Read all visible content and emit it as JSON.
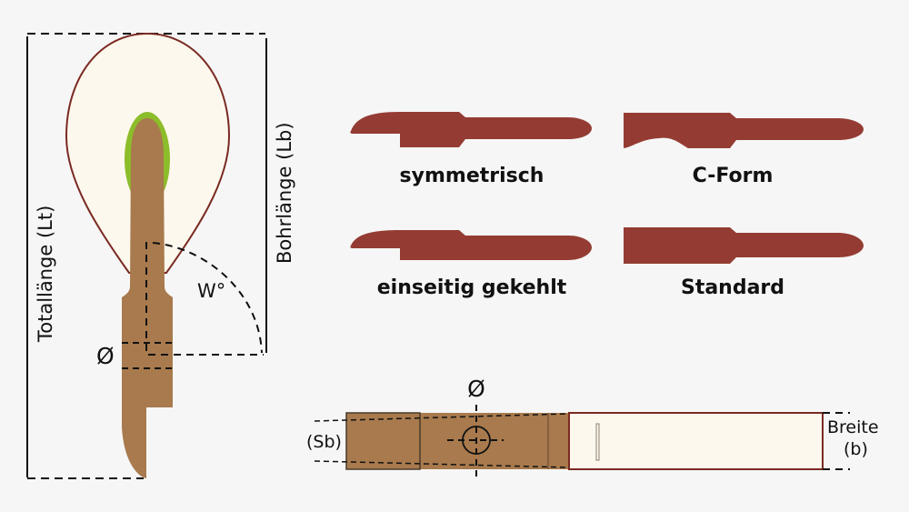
{
  "colors": {
    "background": "#f6f6f6",
    "wood": "#a87a4d",
    "green": "#8cbd2a",
    "bubble_fill": "#fdf8ee",
    "bubble_stroke": "#7a2a22",
    "tool_red": "#943c33",
    "line": "#111111"
  },
  "side_view": {
    "total_length_label": "Totallänge (Lt)",
    "bore_length_label": "Bohrlänge (Lb)",
    "angle_label": "W°",
    "diameter_symbol": "Ø"
  },
  "shapes": [
    {
      "name": "symmetrisch"
    },
    {
      "name": "C-Form"
    },
    {
      "name": "einseitig gekehlt"
    },
    {
      "name": "Standard"
    }
  ],
  "top_view": {
    "diameter_symbol": "Ø",
    "shaft_width_label": "(Sb)",
    "width_label_line1": "Breite",
    "width_label_line2": "(b)"
  }
}
